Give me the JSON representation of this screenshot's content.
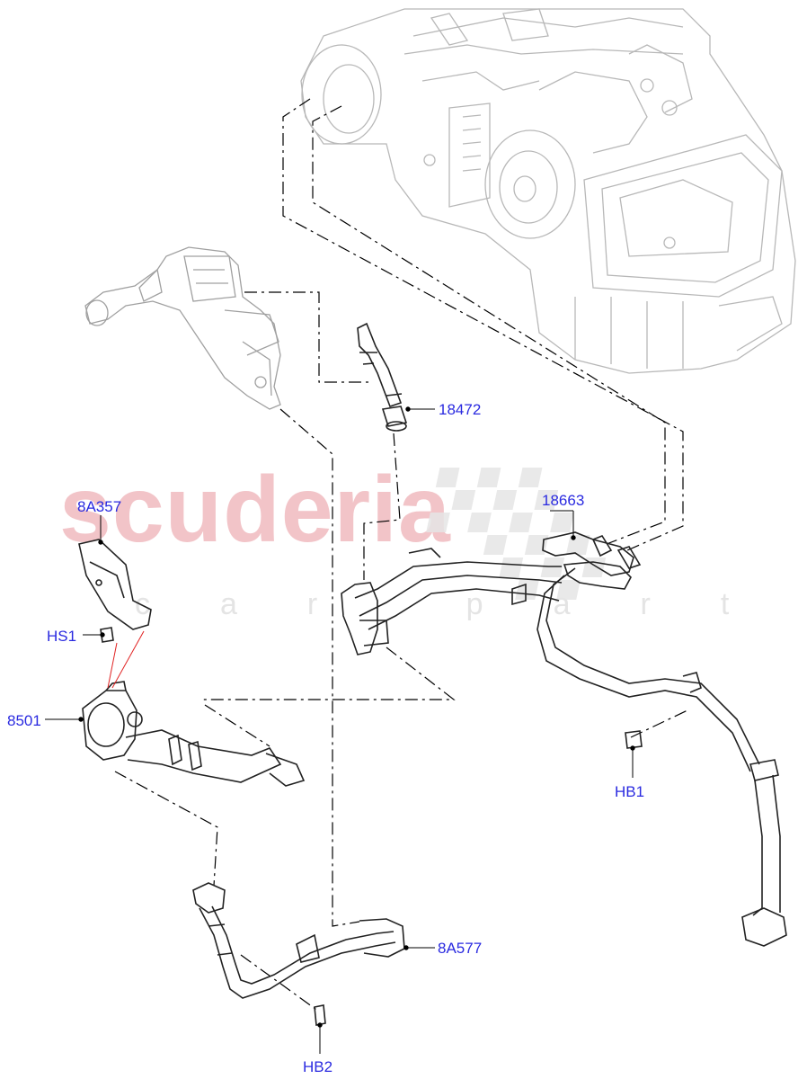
{
  "watermark": {
    "brand": "scuderia",
    "tagline": "car parts"
  },
  "callouts": [
    {
      "id": "18472",
      "text": "18472"
    },
    {
      "id": "18663",
      "text": "18663"
    },
    {
      "id": "8A357",
      "text": "8A357"
    },
    {
      "id": "HS1",
      "text": "HS1"
    },
    {
      "id": "8501",
      "text": "8501"
    },
    {
      "id": "HB1",
      "text": "HB1"
    },
    {
      "id": "8A577",
      "text": "8A577"
    },
    {
      "id": "HB2",
      "text": "HB2"
    }
  ],
  "colors": {
    "label": "#2a2ae0",
    "line": "#000000",
    "part_stroke": "#222222",
    "faded_stroke": "#b8b8b8",
    "watermark": "#f2c4c8",
    "leader_red": "#e02020"
  }
}
